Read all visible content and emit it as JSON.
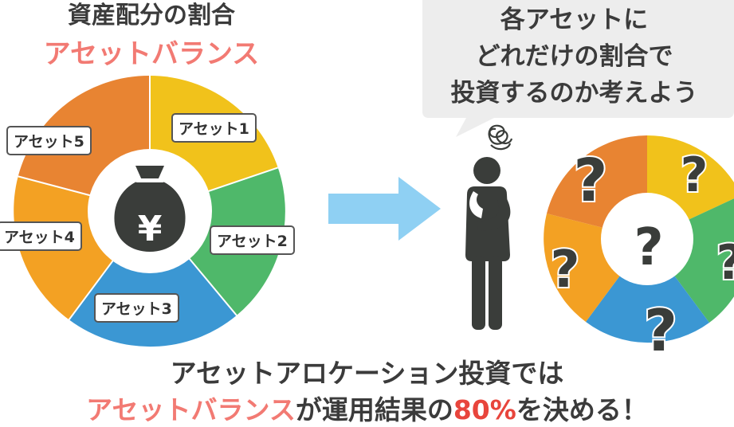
{
  "header": {
    "title": "資産配分の割合",
    "subtitle": "アセットバランス"
  },
  "pie_labels": [
    "アセット1",
    "アセット2",
    "アセット3",
    "アセット4",
    "アセット5"
  ],
  "center_icon": "money-bag-yen-icon",
  "center_symbol": "¥",
  "arrow_icon": "right-arrow-icon",
  "person_icon": "thinking-person-icon",
  "thought_icon": "scribble-thought-icon",
  "bubble": {
    "line1": "各アセットに",
    "line2": "どれだけの割合で",
    "line3": "投資するのか考えよう"
  },
  "question_mark": "?",
  "footer": {
    "line1": "アセットアロケーション投資では",
    "line2_part1": "アセットバランス",
    "line2_part2": "が運用結果の",
    "line2_part3": "80%",
    "line2_part4": "を決める！"
  },
  "colors": {
    "asset1": "#f1c21b",
    "asset2": "#4fb86a",
    "asset3": "#3b97d3",
    "asset4": "#f3a123",
    "asset5": "#e88432",
    "arrow": "#8fd0f3",
    "accent": "#f27a73",
    "figure": "#3a3d3a"
  }
}
